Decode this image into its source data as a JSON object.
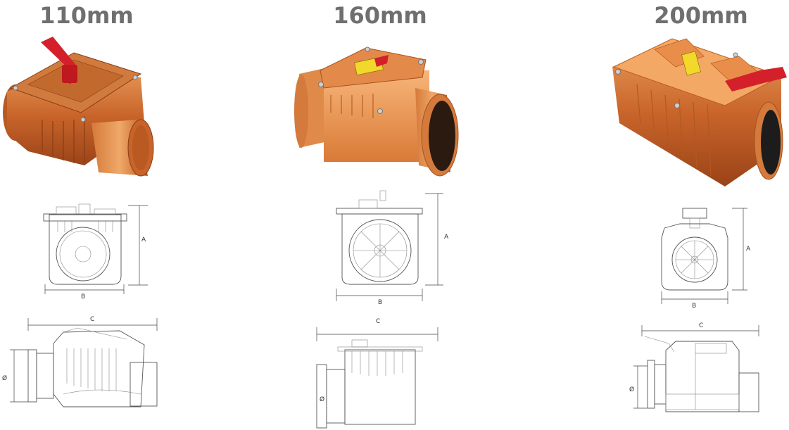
{
  "columns": [
    {
      "title": "110mm",
      "dim_a": "A",
      "dim_b": "B",
      "dim_c": "C",
      "dim_d": "Ø"
    },
    {
      "title": "160mm",
      "dim_a": "A",
      "dim_b": "B",
      "dim_c": "C",
      "dim_d": "Ø"
    },
    {
      "title": "200mm",
      "dim_a": "A",
      "dim_b": "B",
      "dim_c": "C",
      "dim_d": "Ø"
    }
  ],
  "colors": {
    "title": "#6f6f6f",
    "pipe": "#c8642a",
    "pipe_light": "#e08a4a",
    "handle": "#d4202a"
  }
}
